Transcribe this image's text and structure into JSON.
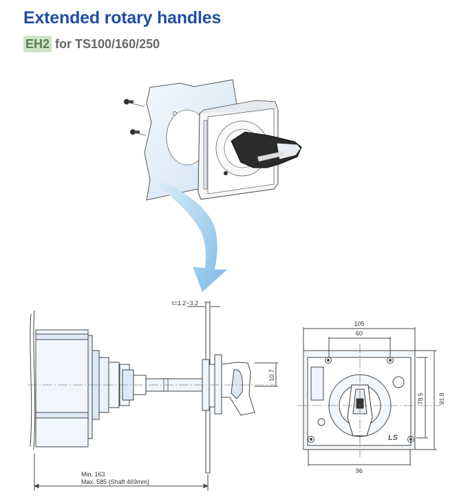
{
  "header": {
    "title": "Extended rotary handles",
    "badge": "EH2",
    "subtitle": "for TS100/160/250"
  },
  "side_view": {
    "thickness_label": "t=1.2~3.2",
    "height_label": "10.7",
    "min_label": "Min. 163",
    "max_label": "Max. 585 (Shaft 469mm)"
  },
  "front_view": {
    "width_outer": "105",
    "width_holes_top": "60",
    "width_holes_bottom": "96",
    "height_holes": "78.5",
    "height_outer": "91.8",
    "brand_mark": "LS"
  },
  "colors": {
    "title": "#1f4fa3",
    "subtitle": "#666666",
    "badge_bg": "#cfe3c7",
    "badge_text": "#5a7f57",
    "panel_blue": "#e7f0fb",
    "arrow_blue": "#8fc3e8"
  }
}
